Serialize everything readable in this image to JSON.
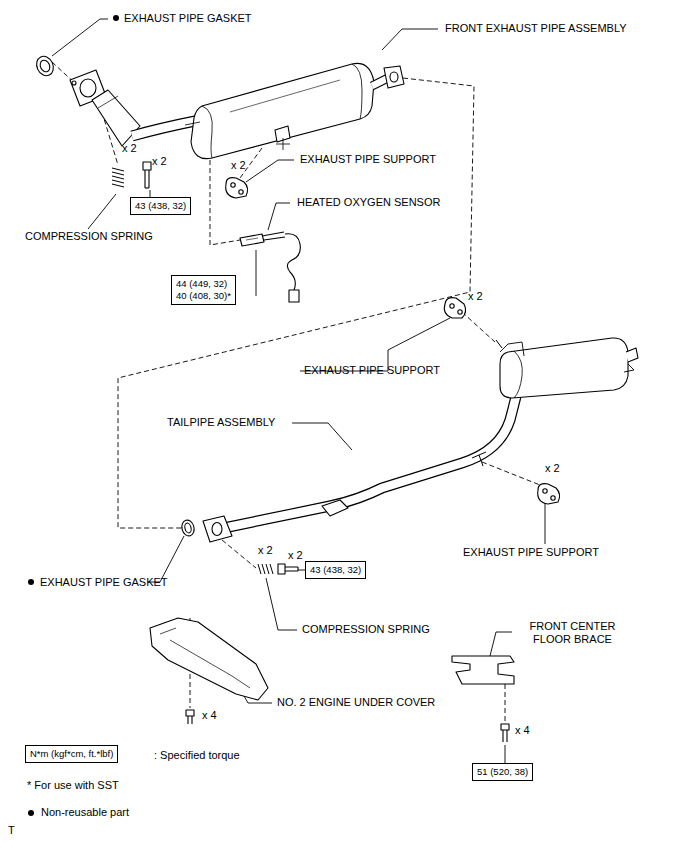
{
  "diagram": {
    "nodes": [
      {
        "text": [
          "43 (438, 32)"
        ]
      },
      {
        "text": [
          "44 (449, 32)",
          "40 (408, 30)*"
        ]
      },
      {
        "text": [
          "43 (438, 32)"
        ]
      },
      {
        "text": [
          "51 (520, 38)"
        ]
      },
      {
        "text": [
          "N*m (kgf*cm, ft.*lbf)"
        ]
      }
    ],
    "labels": [
      "EXHAUST PIPE GASKET",
      "FRONT EXHAUST PIPE ASSEMBLY",
      "x 2",
      "x 2",
      "x 2",
      "EXHAUST PIPE SUPPORT",
      "HEATED OXYGEN SENSOR",
      "COMPRESSION SPRING",
      "x 2",
      "EXHAUST PIPE SUPPORT",
      "TAILPIPE ASSEMBLY",
      "x 2",
      "x 2",
      "x 2",
      "EXHAUST PIPE GASKET",
      "EXHAUST PIPE SUPPORT",
      "COMPRESSION SPRING",
      "FRONT CENTER FLOOR BRACE",
      "x 4",
      "NO. 2 ENGINE UNDER COVER",
      "x 4",
      ": Specified torque",
      "* For use with SST",
      "T"
    ],
    "legend": [
      {
        "text": "Non-reusable part"
      }
    ]
  }
}
